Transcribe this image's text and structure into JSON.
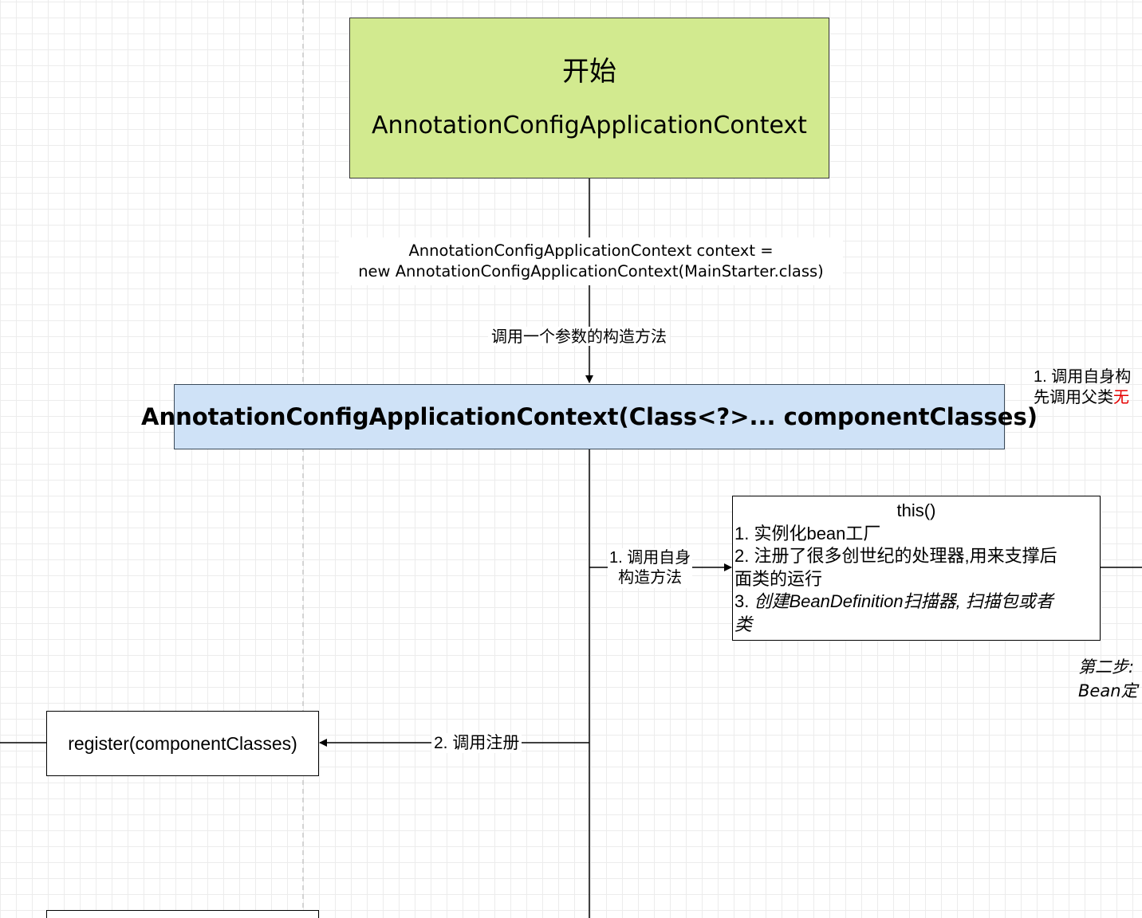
{
  "diagram": {
    "start_node": {
      "title": "开始",
      "subtitle": "AnnotationConfigApplicationContext"
    },
    "edge_code_label": {
      "line1": "AnnotationConfigApplicationContext context =",
      "line2": "new AnnotationConfigApplicationContext(MainStarter.class)"
    },
    "edge_call_label": "调用一个参数的构造方法",
    "constructor_node": {
      "text": "AnnotationConfigApplicationContext(Class<?>... componentClasses)"
    },
    "this_node": {
      "title": "this()",
      "line1": "1. 实例化bean工厂",
      "line2": "2. 注册了很多创世纪的处理器,用来支撑后",
      "line3": "面类的运行",
      "line4_prefix": "3. ",
      "line4_rest": "创建BeanDefinition扫描器, 扫描包或者",
      "line5": "类"
    },
    "edge_self_label": {
      "line1": "1. 调用自身",
      "line2": "构造方法"
    },
    "register_node": {
      "text": "register(componentClasses)"
    },
    "edge_register_label": "2. 调用注册",
    "right_cutoff_label": {
      "line1": "1. 调用自身构",
      "line2_black": "先调用父类",
      "line2_red": "无"
    },
    "step2_cutoff_label": {
      "line1": "第二步:",
      "line2": "Bean定"
    },
    "colors": {
      "start_fill": "#d2ea8f",
      "constructor_fill": "#cfe2f7",
      "highlight_red": "#e60000",
      "grid": "#ececec"
    }
  }
}
